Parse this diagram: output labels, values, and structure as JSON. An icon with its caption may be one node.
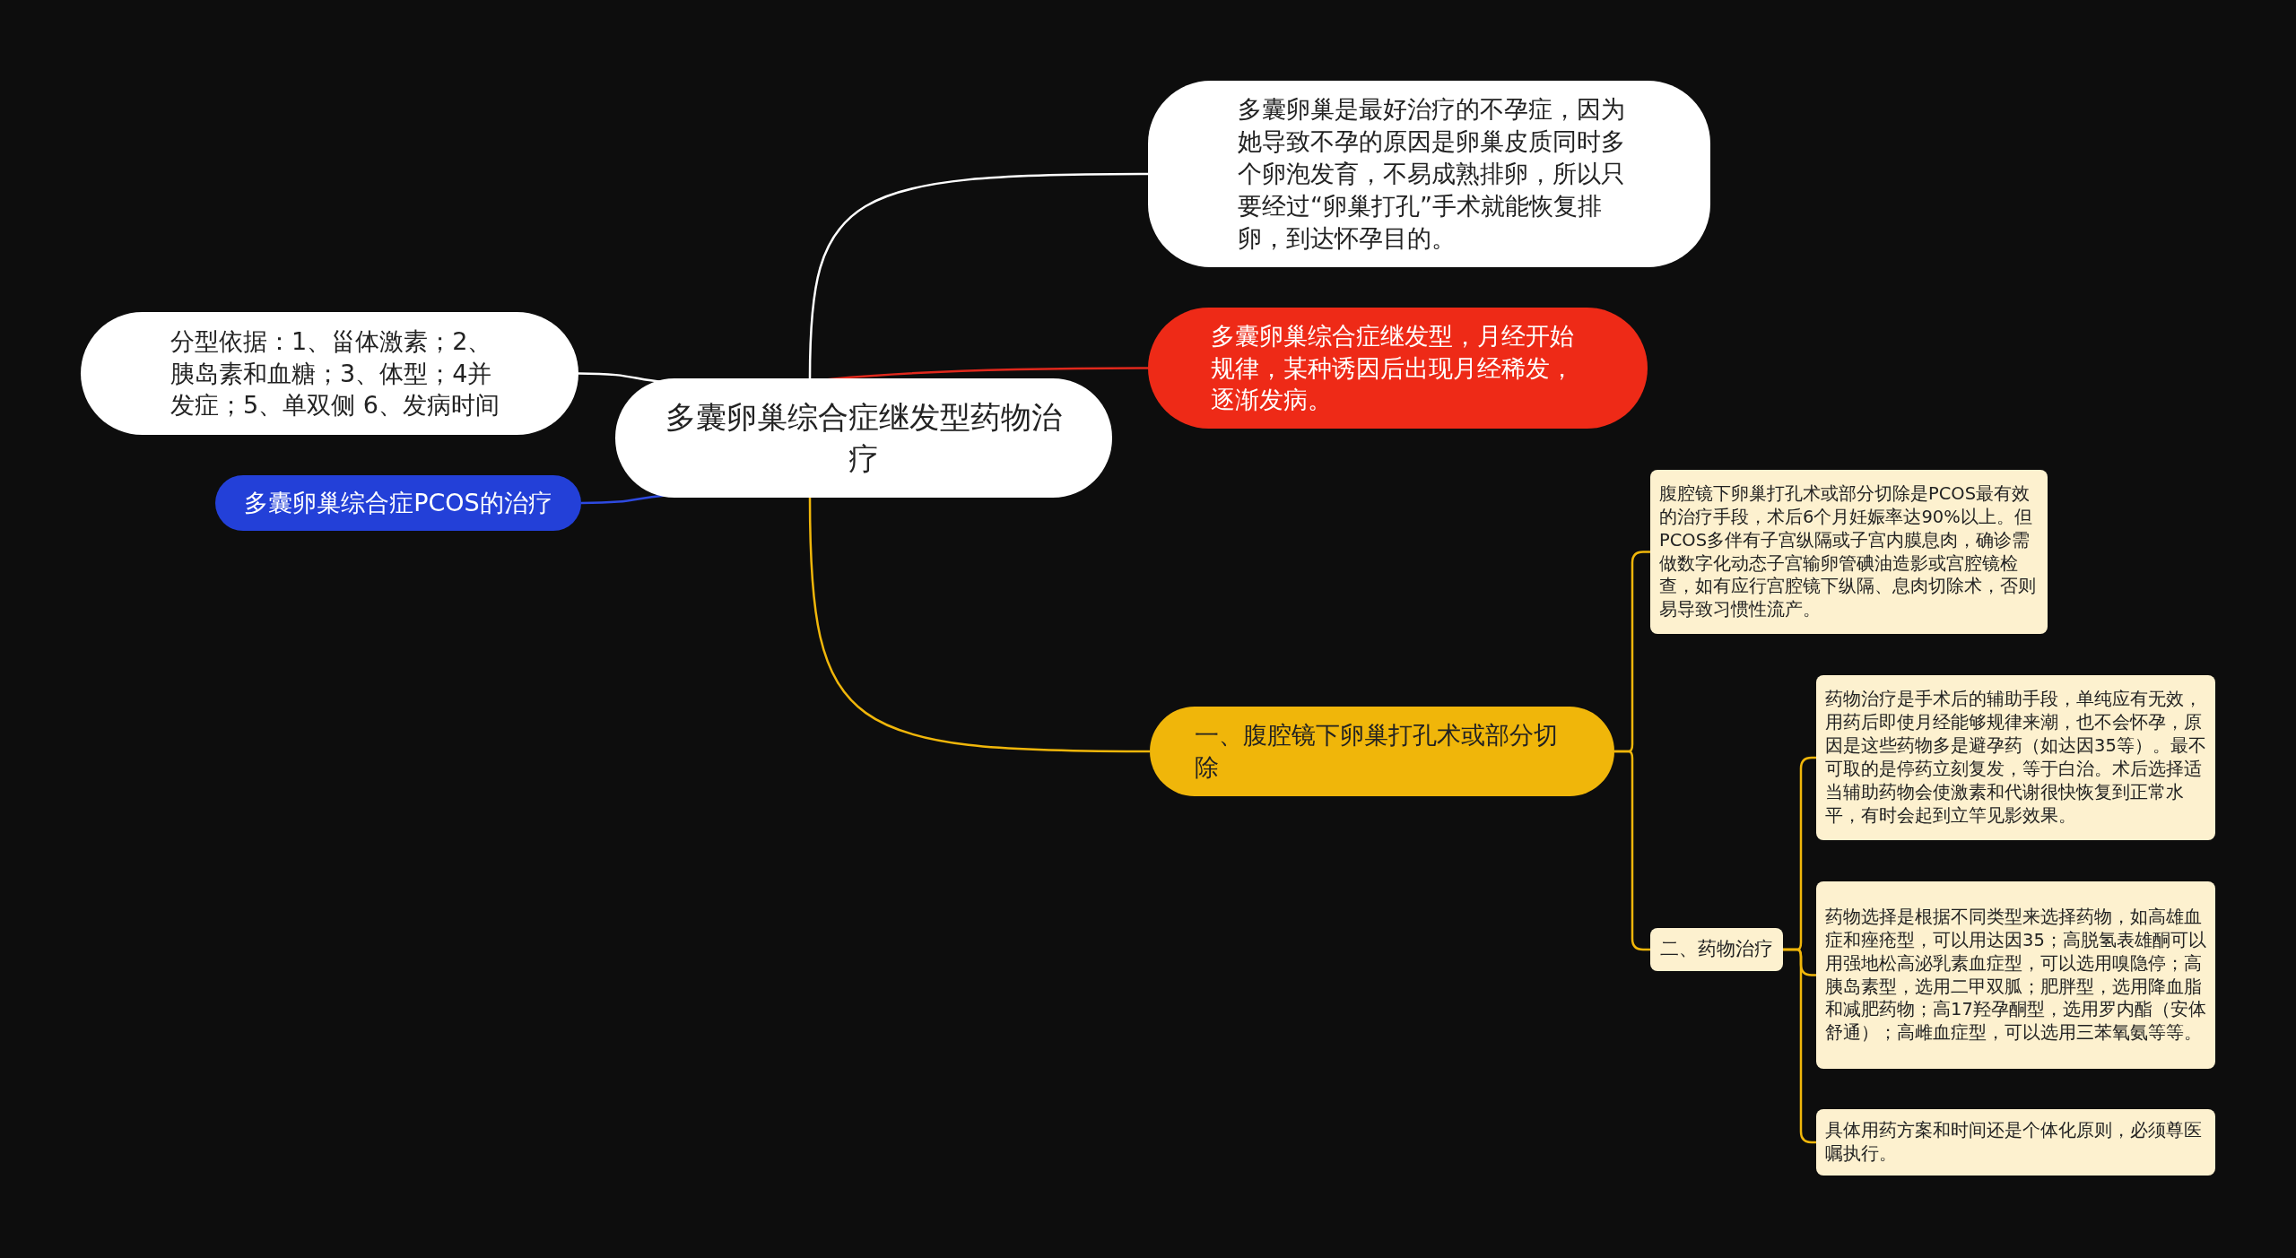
{
  "diagram": {
    "nodes": [
      {
        "text": [
          "多囊卵巢综合症继发型药物治疗"
        ]
      },
      {
        "text": [
          "分型依据：1、甾体激素；2、胰岛素和血糖；3、体型；4并发症；5、单双侧 6、发病时间"
        ]
      },
      {
        "text": [
          "多囊卵巢综合症PCOS的治疗"
        ]
      },
      {
        "text": [
          "多囊卵巢是最好治疗的不孕症，因为她导致不孕的原因是卵巢皮质同时多个卵泡发育，不易成熟排卵，所以只要经过“卵巢打孔”手术就能恢复排卵，到达怀孕目的。"
        ]
      },
      {
        "text": [
          "多囊卵巢综合症继发型，月经开始规律，某种诱因后出现月经稀发，逐渐发病。"
        ]
      },
      {
        "text": [
          "一、腹腔镜下卵巢打孔术或部分切除"
        ]
      },
      {
        "text": [
          "腹腔镜下卵巢打孔术或部分切除是PCOS最有效的治疗手段，术后6个月妊娠率达90%以上。但PCOS多伴有子宫纵隔或子宫内膜息肉，确诊需做数字化动态子宫输卵管碘油造影或宫腔镜检查，如有应行宫腔镜下纵隔、息肉切除术，否则易导致习惯性流产。"
        ]
      },
      {
        "text": [
          "二、药物治疗"
        ]
      },
      {
        "text": [
          "药物治疗是手术后的辅助手段，单纯应有无效，用药后即使月经能够规律来潮，也不会怀孕，原因是这些药物多是避孕药（如达因35等）。最不可取的是停药立刻复发，等于白治。术后选择适当辅助药物会使激素和代谢很快恢复到正常水平，有时会起到立竿见影效果。"
        ]
      },
      {
        "text": [
          "药物选择是根据不同类型来选择药物，如高雄血症和痤疮型，可以用达因35；高脱氢表雄酮可以用强地松高泌乳素血症型，可以选用嗅隐停；高胰岛素型，选用二甲双胍；肥胖型，选用降血脂和减肥药物；高17羟孕酮型，选用罗内酯（安体舒通）；高雌血症型，可以选用三苯氧氨等等。"
        ]
      },
      {
        "text": [
          "具体用药方案和时间还是个体化原则，必须尊医嘱执行。"
        ]
      }
    ],
    "edges": [
      {
        "from": 0,
        "to": 1,
        "arrow": "none",
        "color": "#ffffff"
      },
      {
        "from": 0,
        "to": 2,
        "arrow": "none",
        "color": "#2e4ae0"
      },
      {
        "from": 0,
        "to": 3,
        "arrow": "none",
        "color": "#ffffff"
      },
      {
        "from": 0,
        "to": 4,
        "arrow": "none",
        "color": "#e0281c"
      },
      {
        "from": 0,
        "to": 5,
        "arrow": "none"
      },
      {
        "from": 5,
        "to": 6,
        "arrow": "none"
      },
      {
        "from": 5,
        "to": 7,
        "arrow": "none"
      },
      {
        "from": 7,
        "to": 8,
        "arrow": "none"
      },
      {
        "from": 7,
        "to": 9,
        "arrow": "none"
      },
      {
        "from": 7,
        "to": 10,
        "arrow": "none"
      }
    ]
  }
}
